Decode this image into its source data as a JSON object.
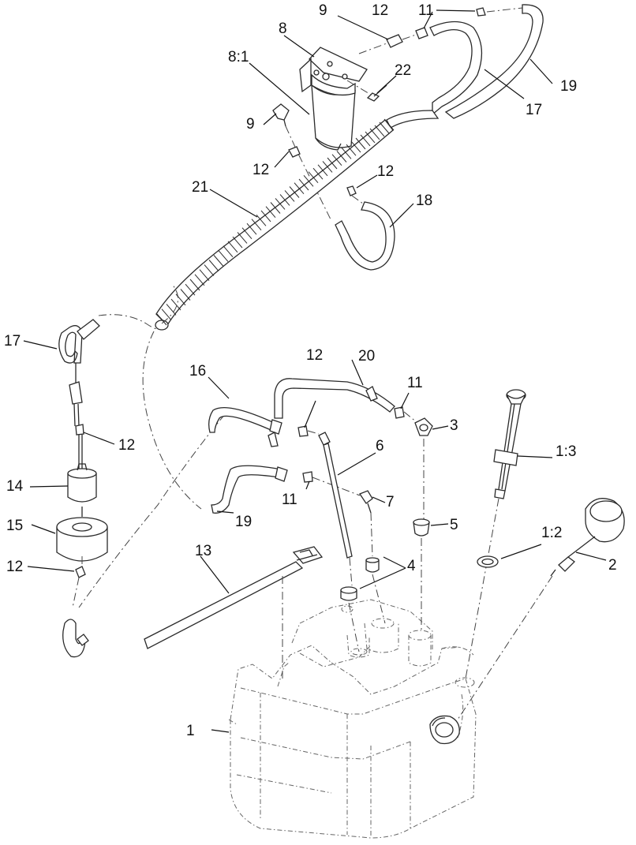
{
  "callouts": [
    {
      "id": "c-1",
      "text": "1"
    },
    {
      "id": "c-1-2",
      "text": "1:2"
    },
    {
      "id": "c-1-3",
      "text": "1:3"
    },
    {
      "id": "c-2",
      "text": "2"
    },
    {
      "id": "c-3",
      "text": "3"
    },
    {
      "id": "c-4",
      "text": "4"
    },
    {
      "id": "c-5",
      "text": "5"
    },
    {
      "id": "c-6",
      "text": "6"
    },
    {
      "id": "c-7",
      "text": "7"
    },
    {
      "id": "c-8",
      "text": "8"
    },
    {
      "id": "c-8-1",
      "text": "8:1"
    },
    {
      "id": "c-9a",
      "text": "9"
    },
    {
      "id": "c-9b",
      "text": "9"
    },
    {
      "id": "c-11a",
      "text": "11"
    },
    {
      "id": "c-11b",
      "text": "11"
    },
    {
      "id": "c-11c",
      "text": "11"
    },
    {
      "id": "c-12a",
      "text": "12"
    },
    {
      "id": "c-12b",
      "text": "12"
    },
    {
      "id": "c-12c",
      "text": "12"
    },
    {
      "id": "c-12d",
      "text": "12"
    },
    {
      "id": "c-12e",
      "text": "12"
    },
    {
      "id": "c-12f",
      "text": "12"
    },
    {
      "id": "c-13",
      "text": "13"
    },
    {
      "id": "c-14",
      "text": "14"
    },
    {
      "id": "c-15",
      "text": "15"
    },
    {
      "id": "c-16",
      "text": "16"
    },
    {
      "id": "c-17a",
      "text": "17"
    },
    {
      "id": "c-17b",
      "text": "17"
    },
    {
      "id": "c-18",
      "text": "18"
    },
    {
      "id": "c-19a",
      "text": "19"
    },
    {
      "id": "c-19b",
      "text": "19"
    },
    {
      "id": "c-20",
      "text": "20"
    },
    {
      "id": "c-21",
      "text": "21"
    },
    {
      "id": "c-22",
      "text": "22"
    }
  ]
}
